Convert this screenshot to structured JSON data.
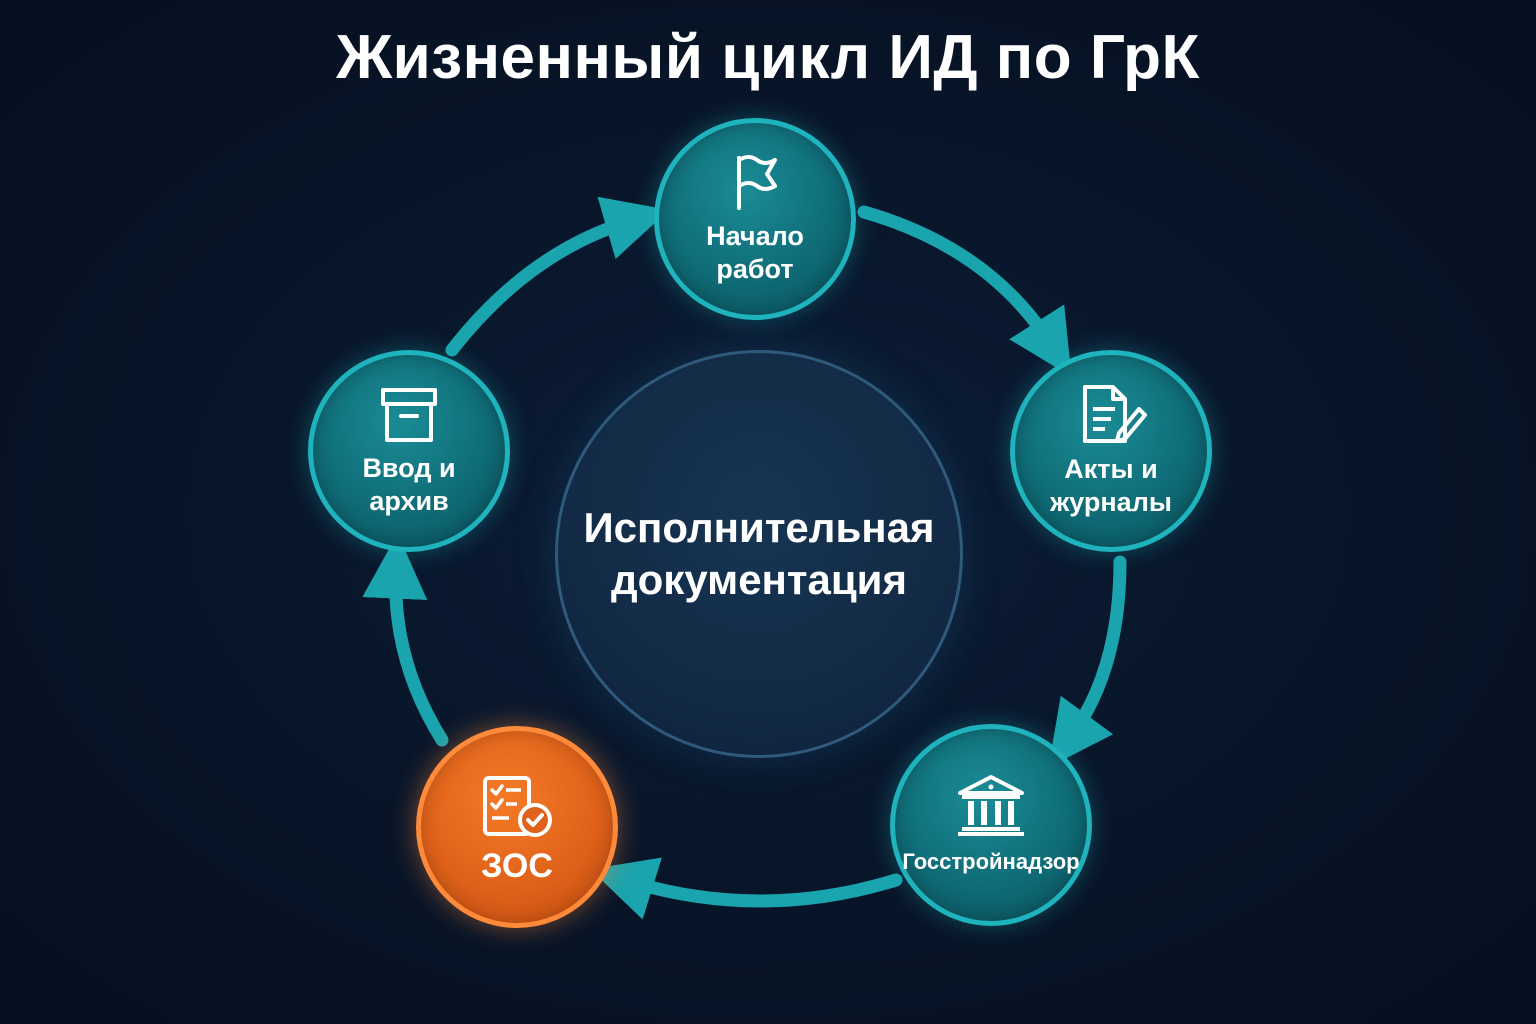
{
  "title": "Жизненный цикл ИД по ГрК",
  "center": {
    "label": "Исполнительная\nдокументация"
  },
  "nodes": [
    {
      "label": "Начало\nработ",
      "icon": "flag-icon",
      "color": "#0f6c77"
    },
    {
      "label": "Акты и\nжурналы",
      "icon": "document-pen-icon",
      "color": "#0f6c77"
    },
    {
      "label": "Госстройнадзор",
      "icon": "government-building-icon",
      "color": "#0f6c77"
    },
    {
      "label": "ЗОС",
      "icon": "checklist-approved-icon",
      "color": "#e0621a"
    },
    {
      "label": "Ввод и\nархив",
      "icon": "archive-box-icon",
      "color": "#0f6c77"
    }
  ],
  "colors": {
    "background": "#081528",
    "accent": "#1fb4bd",
    "highlight": "#e0621a"
  }
}
